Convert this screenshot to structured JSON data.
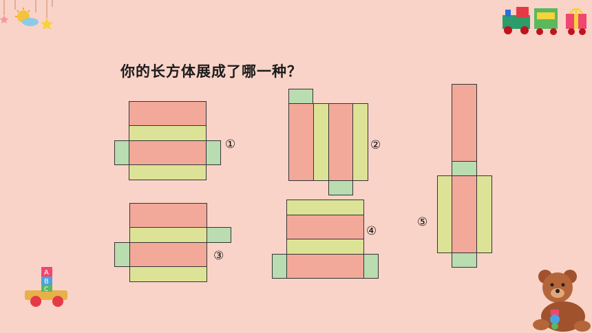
{
  "slide": {
    "title": "你的长方体展成了哪一种？",
    "labels": [
      "①",
      "②",
      "③",
      "④",
      "⑤"
    ]
  },
  "decorations": {
    "top_left": "sun-and-hanging-stars",
    "top_right": "toy-train",
    "bottom_left": "abc-blocks-toy-cart",
    "bottom_right": "teddy-bear",
    "abc_letters": [
      "A",
      "B",
      "C"
    ]
  },
  "colors": {
    "background": "#f9d3c8",
    "pink_face": "#f3a99a",
    "yellow_face": "#dde396",
    "green_face": "#b9dcb0"
  }
}
